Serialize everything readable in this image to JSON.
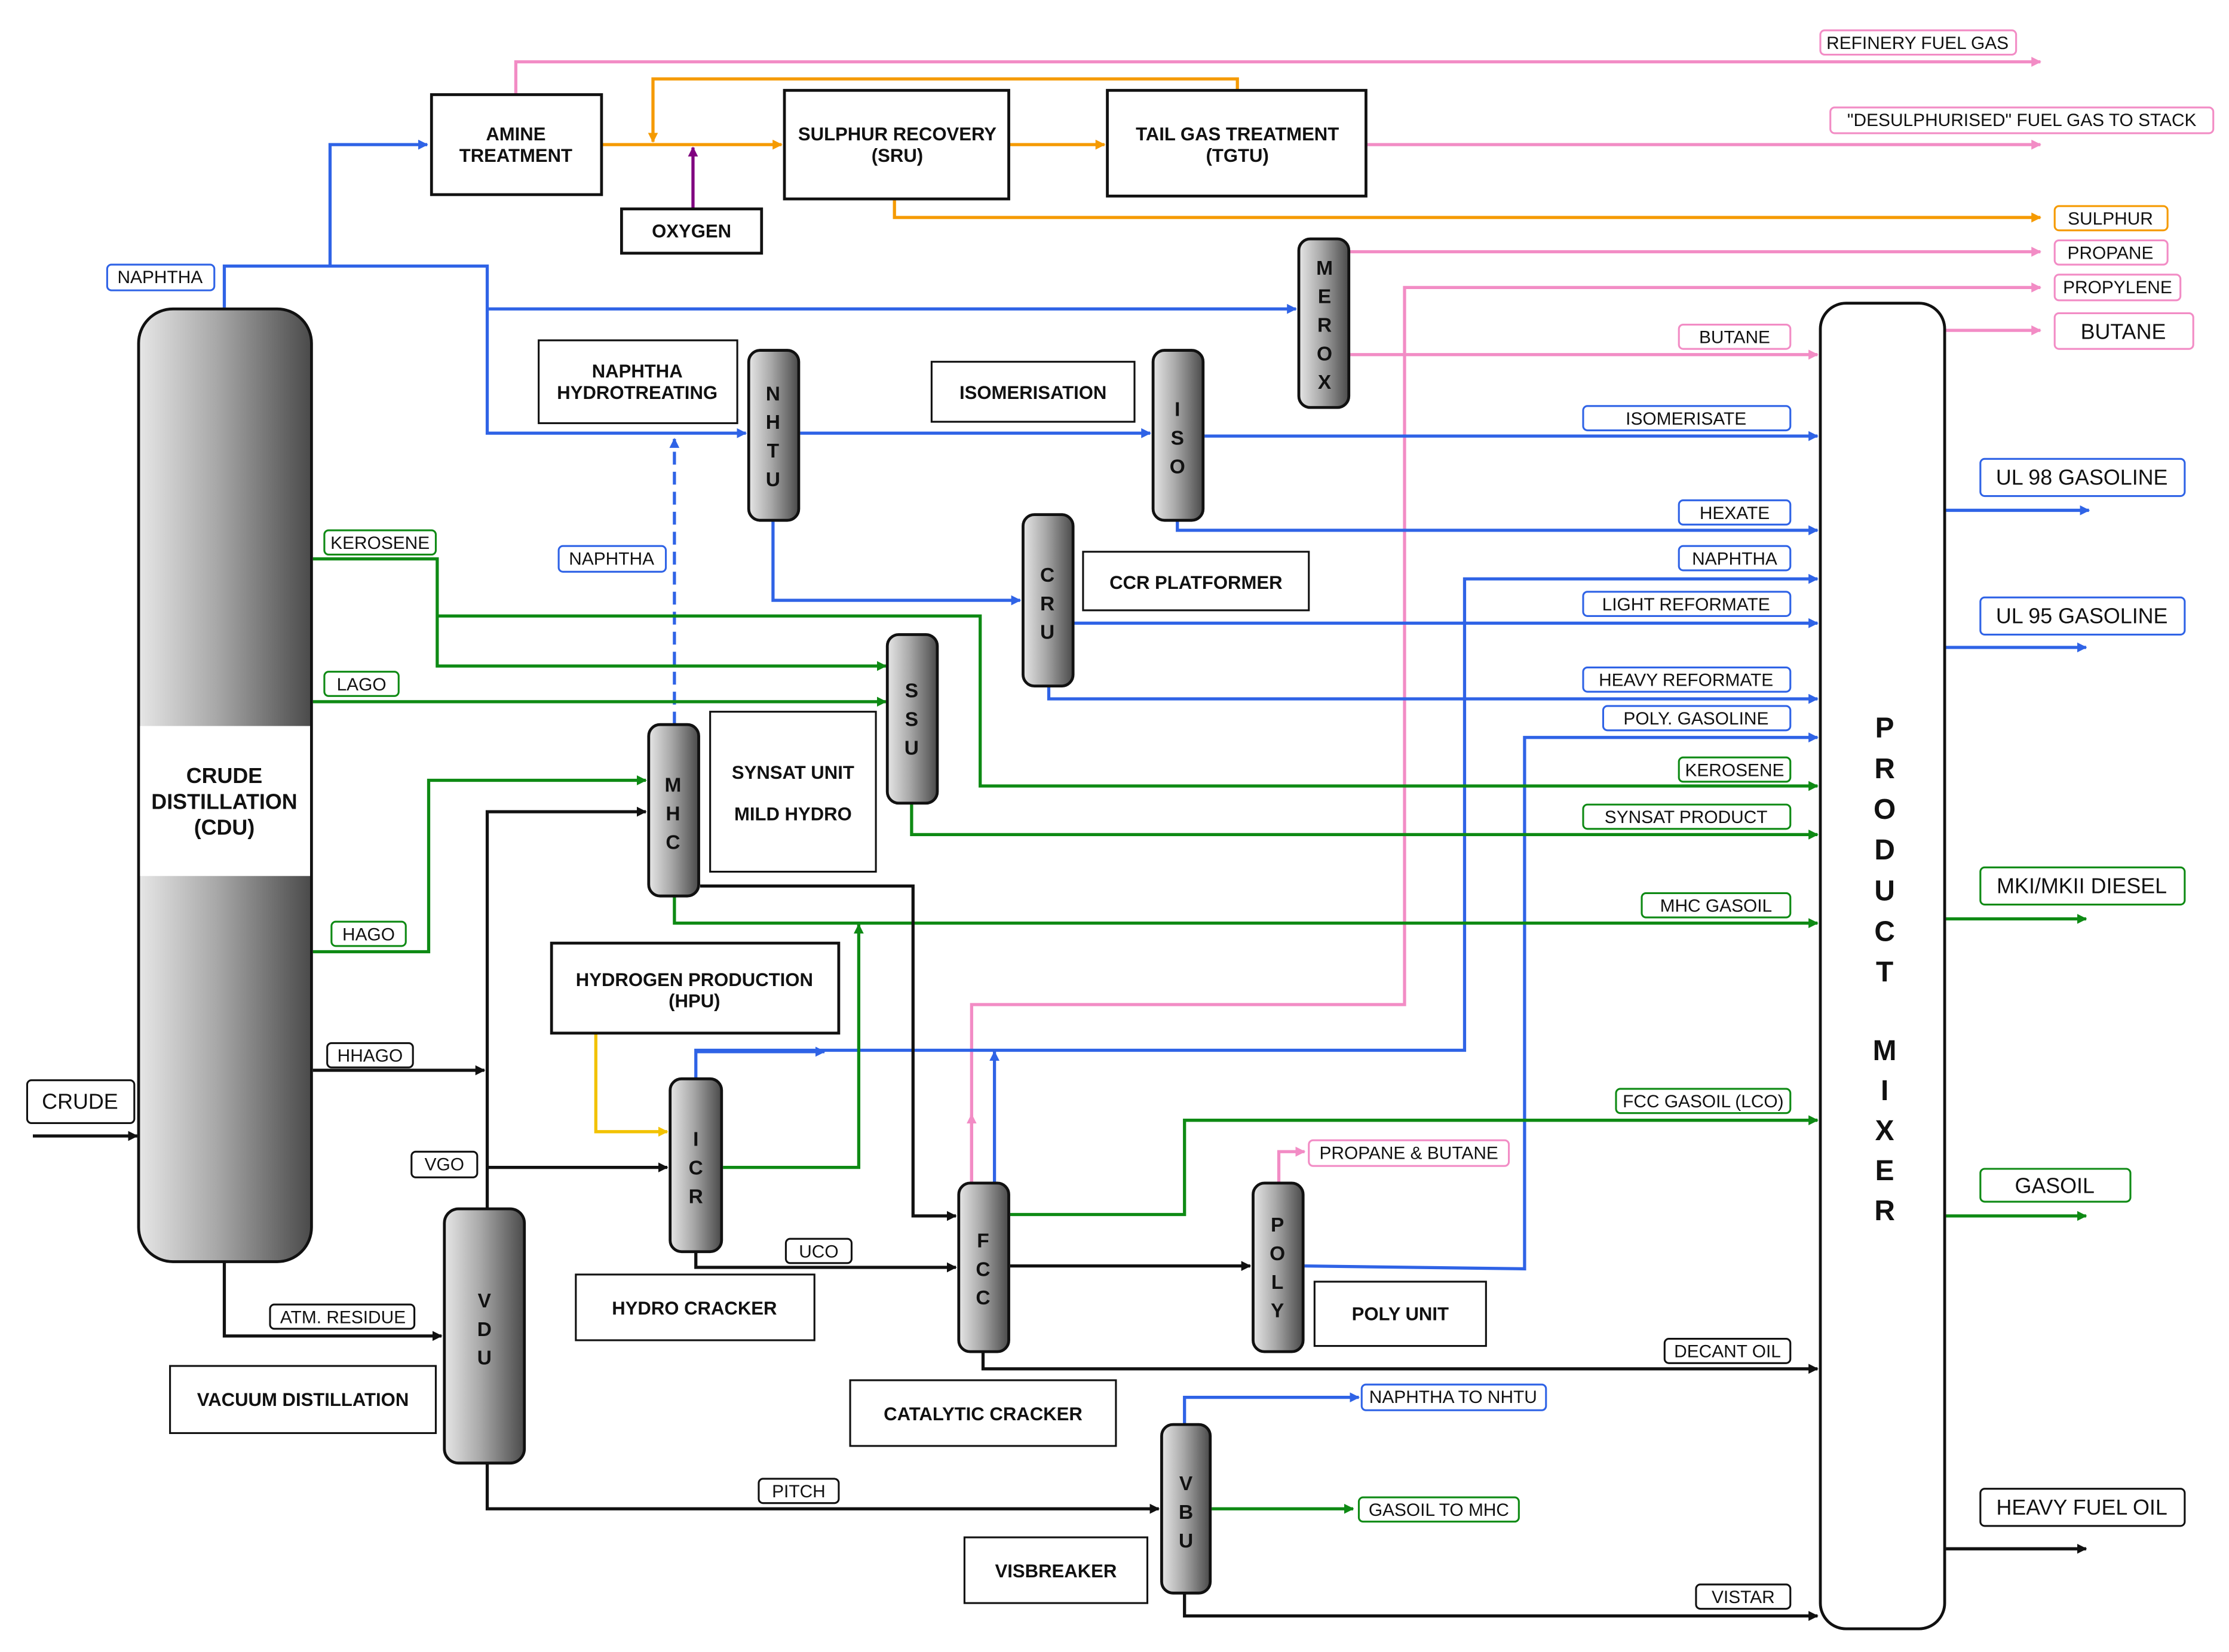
{
  "colors": {
    "blue": "#2f63e6",
    "green": "#0e8a14",
    "black": "#111111",
    "pink": "#f28cc5",
    "orange": "#f59a00",
    "purple": "#800080",
    "yellow": "#f2c200"
  },
  "units": {
    "cdu": {
      "line1": "CRUDE",
      "line2": "DISTILLATION",
      "line3": "(CDU)"
    },
    "vdu": "VDU",
    "nhtu": "NHTU",
    "iso": "ISO",
    "cru": "CRU",
    "ssu": "SSU",
    "mhc": "MHC",
    "icr": "ICR",
    "fcc": "FCC",
    "poly": "POLY",
    "vbu": "VBU",
    "merox": "MEROX",
    "product_mixer": {
      "line1": "PRODUCT",
      "line2": "MIXER"
    }
  },
  "boxes": {
    "amine": {
      "line1": "AMINE",
      "line2": "TREATMENT"
    },
    "sru": {
      "line1": "SULPHUR RECOVERY",
      "line2": "(SRU)"
    },
    "tgtu": {
      "line1": "TAIL GAS TREATMENT",
      "line2": "(TGTU)"
    },
    "oxygen": "OXYGEN",
    "naphtha_hydrotreating": {
      "line1": "NAPHTHA",
      "line2": "HYDROTREATING"
    },
    "isomerisation": "ISOMERISATION",
    "ccr_platformer": "CCR PLATFORMER",
    "synsat": {
      "line1": "SYNSAT UNIT",
      "line2": "MILD HYDRO"
    },
    "hpu": {
      "line1": "HYDROGEN PRODUCTION",
      "line2": "(HPU)"
    },
    "hydro_cracker": "HYDRO CRACKER",
    "vacuum_distillation": "VACUUM DISTILLATION",
    "catalytic_cracker": "CATALYTIC CRACKER",
    "poly_unit": "POLY UNIT",
    "visbreaker": "VISBREAKER"
  },
  "stream_labels": {
    "crude": "CRUDE",
    "naphtha_top": "NAPHTHA",
    "kerosene_left": "KEROSENE",
    "lago": "LAGO",
    "hago": "HAGO",
    "hhago": "HHAGO",
    "vgo": "VGO",
    "atm_residue": "ATM. RESIDUE",
    "naphtha_mid": "NAPHTHA",
    "uco": "UCO",
    "pitch": "PITCH",
    "propane_butane": "PROPANE & BUTANE",
    "naphtha_to_nhtu": "NAPHTHA TO NHTU",
    "gasoil_to_mhc": "GASOIL TO MHC",
    "refinery_fuel_gas": "REFINERY FUEL GAS",
    "desulph_gas": "\"DESULPHURISED\" FUEL GAS TO STACK",
    "sulphur": "SULPHUR",
    "propane": "PROPANE",
    "propylene": "PROPYLENE",
    "butane_out": "BUTANE"
  },
  "mixer_inputs": {
    "butane": "BUTANE",
    "isomerisate": "ISOMERISATE",
    "hexate": "HEXATE",
    "naphtha": "NAPHTHA",
    "light_reformate": "LIGHT REFORMATE",
    "heavy_reformate": "HEAVY REFORMATE",
    "poly_gasoline": "POLY. GASOLINE",
    "kerosene": "KEROSENE",
    "synsat_product": "SYNSAT PRODUCT",
    "mhc_gasoil": "MHC GASOIL",
    "fcc_gasoil": "FCC GASOIL (LCO)",
    "decant_oil": "DECANT OIL",
    "vistar": "VISTAR"
  },
  "mixer_outputs": {
    "ul98": "UL 98 GASOLINE",
    "ul95": "UL 95 GASOLINE",
    "diesel": "MKI/MKII DIESEL",
    "gasoil": "GASOIL",
    "hfo": "HEAVY FUEL OIL"
  }
}
